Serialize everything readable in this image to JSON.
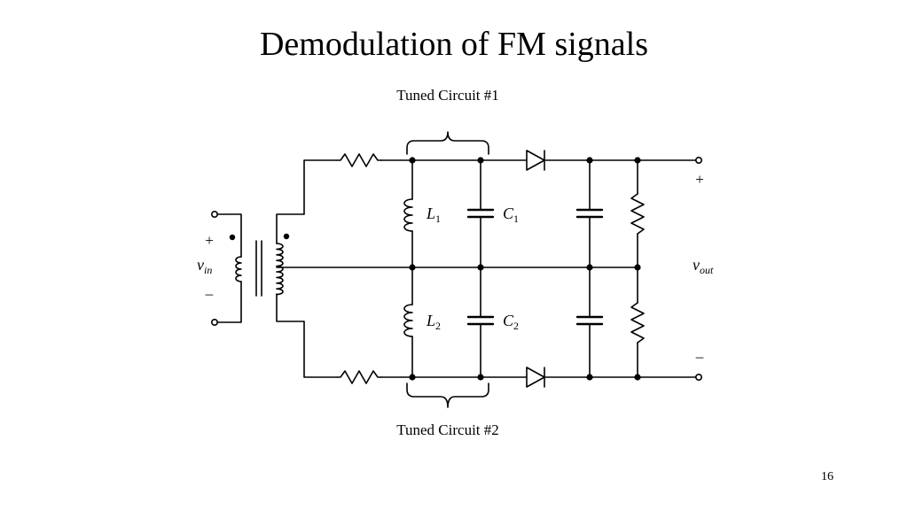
{
  "slide": {
    "title": "Demodulation of FM signals",
    "page_number": "16"
  },
  "diagram": {
    "tuned_circuit_1": "Tuned Circuit #1",
    "tuned_circuit_2": "Tuned Circuit #2",
    "input": {
      "plus": "+",
      "minus": "–",
      "v": "v",
      "sub": "in"
    },
    "output": {
      "plus": "+",
      "minus": "–",
      "v": "v",
      "sub": "out"
    },
    "L1": {
      "letter": "L",
      "sub": "1"
    },
    "L2": {
      "letter": "L",
      "sub": "2"
    },
    "C1": {
      "letter": "C",
      "sub": "1"
    },
    "C2": {
      "letter": "C",
      "sub": "2"
    }
  }
}
